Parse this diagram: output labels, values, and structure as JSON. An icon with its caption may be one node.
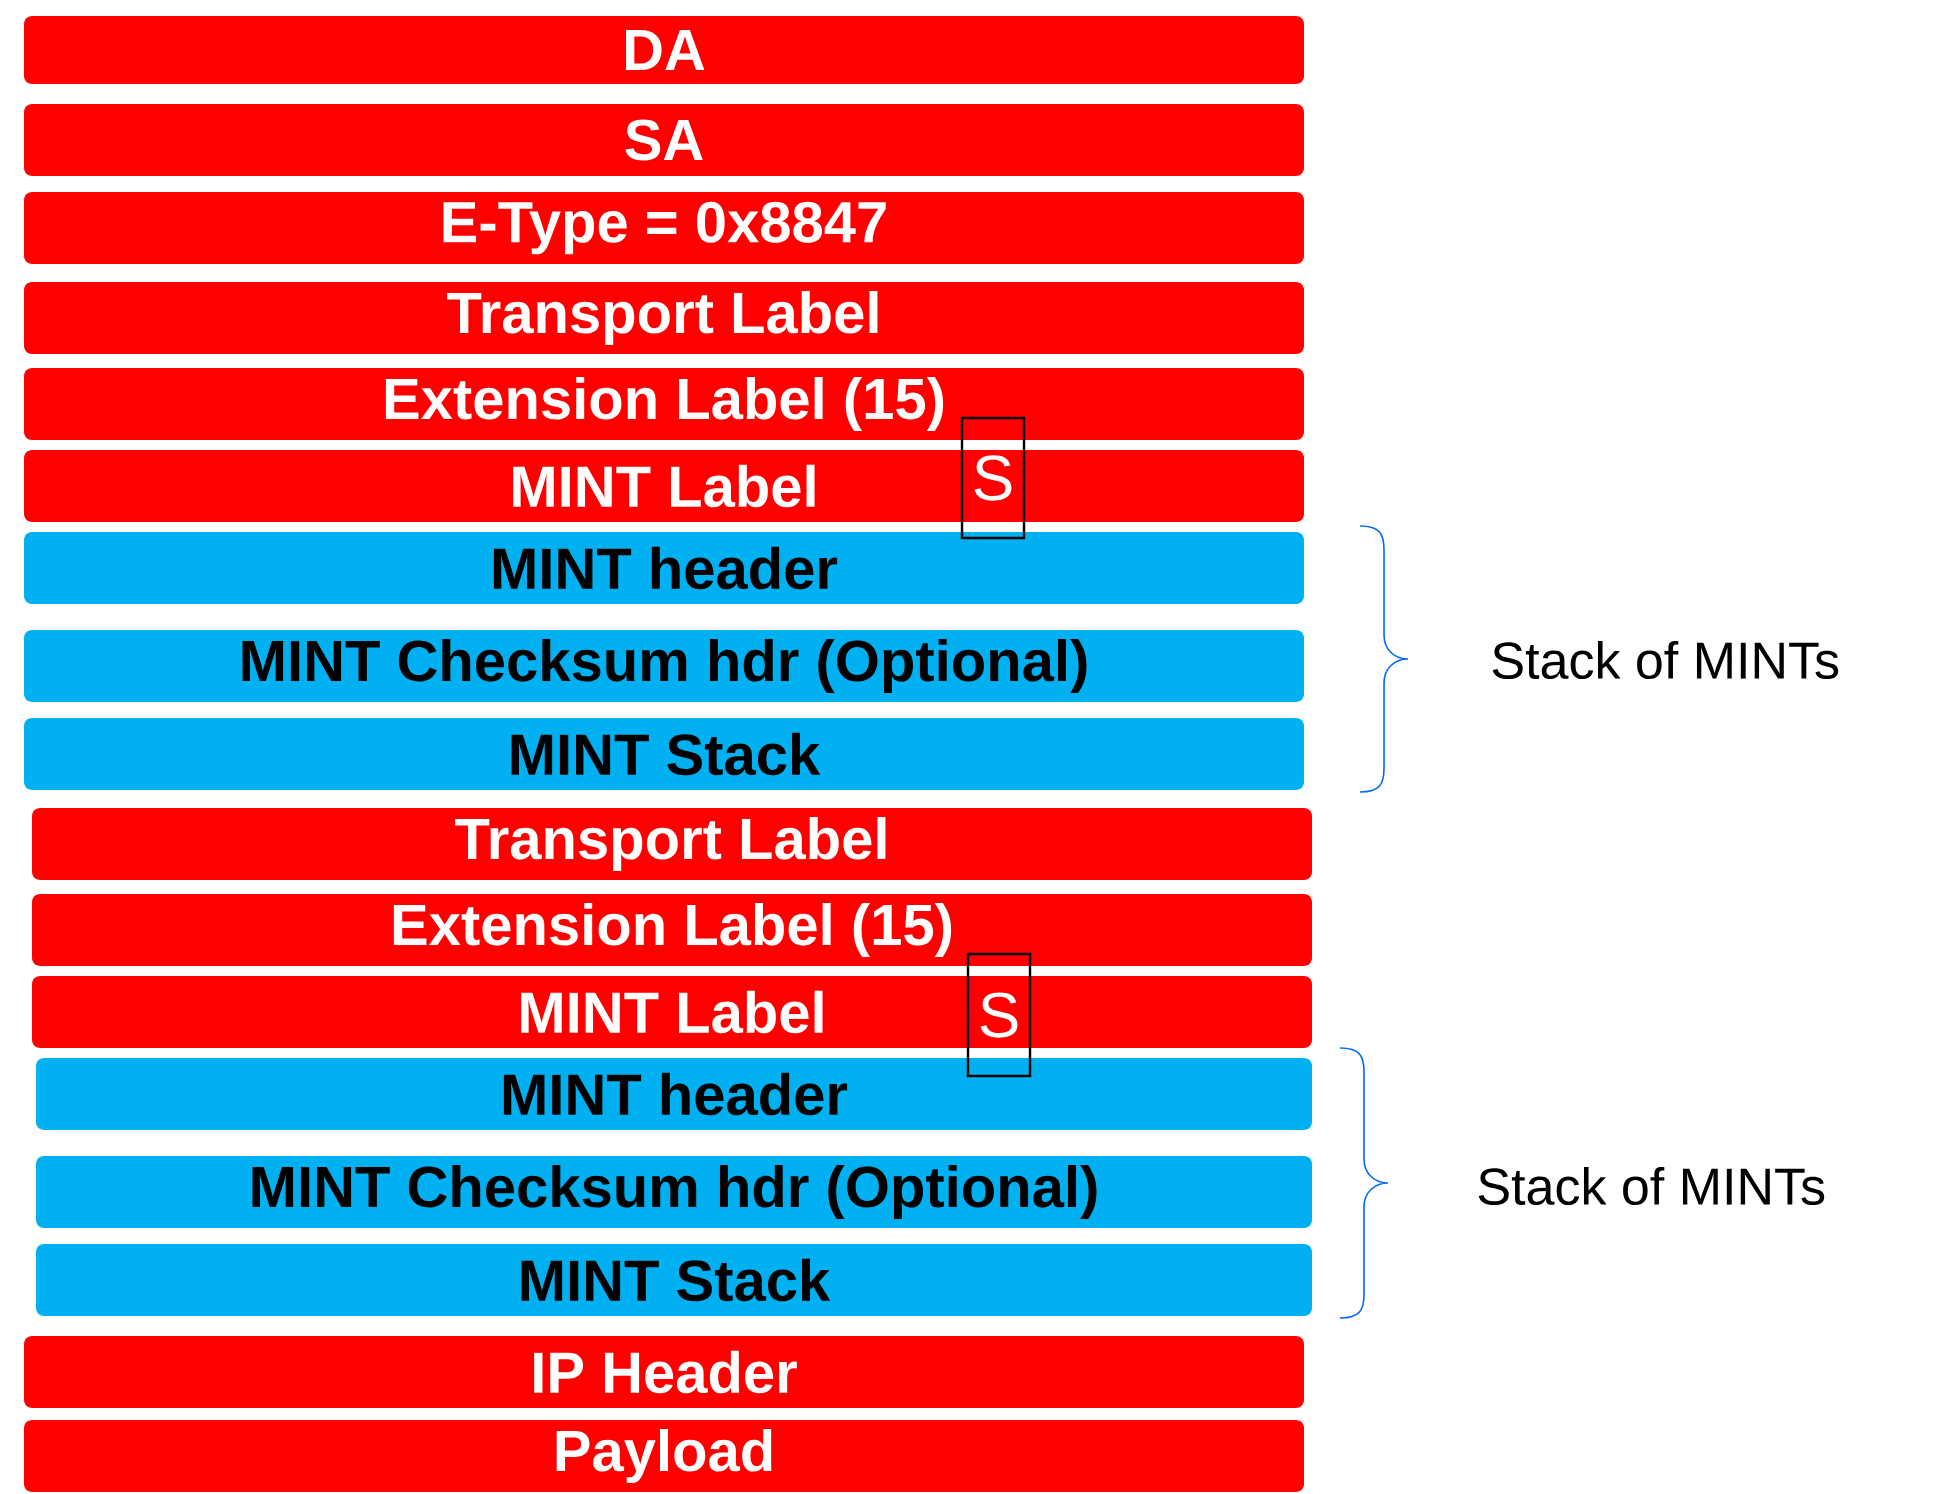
{
  "diagram": {
    "nodes": [
      {
        "text": [
          "DA"
        ]
      },
      {
        "text": [
          "SA"
        ]
      },
      {
        "text": [
          "E-Type = 0x8847"
        ]
      },
      {
        "text": [
          "Transport Label"
        ]
      },
      {
        "text": [
          "Extension Label (15)"
        ]
      },
      {
        "text": [
          "MINT Label"
        ]
      },
      {
        "text": [
          "S"
        ]
      },
      {
        "text": [
          "MINT header"
        ]
      },
      {
        "text": [
          "MINT Checksum hdr (Optional)"
        ]
      },
      {
        "text": [
          "MINT Stack"
        ]
      },
      {
        "text": [
          "Transport Label"
        ]
      },
      {
        "text": [
          "Extension Label (15)"
        ]
      },
      {
        "text": [
          "MINT Label"
        ]
      },
      {
        "text": [
          "S"
        ]
      },
      {
        "text": [
          "MINT header"
        ]
      },
      {
        "text": [
          "MINT Checksum hdr (Optional)"
        ]
      },
      {
        "text": [
          "MINT Stack"
        ]
      },
      {
        "text": [
          "IP Header"
        ]
      },
      {
        "text": [
          "Payload"
        ]
      }
    ],
    "labels": [
      "Stack of MINTs",
      "Stack of MINTs"
    ]
  }
}
